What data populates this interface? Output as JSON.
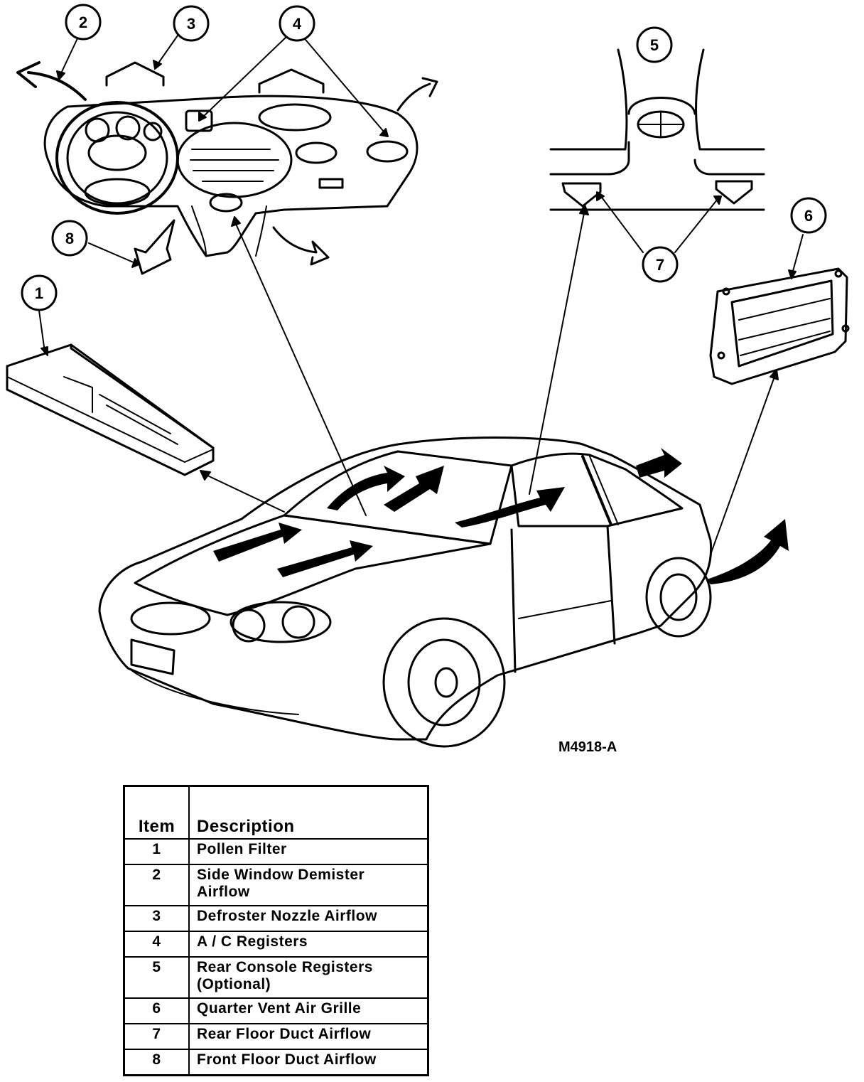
{
  "figure_code": "M4918-A",
  "callouts": [
    "1",
    "2",
    "3",
    "4",
    "5",
    "6",
    "7",
    "8"
  ],
  "legend": {
    "headers": {
      "item": "Item",
      "description": "Description"
    },
    "rows": [
      {
        "item": "1",
        "description": "Pollen Filter"
      },
      {
        "item": "2",
        "description": "Side Window Demister Airflow"
      },
      {
        "item": "3",
        "description": "Defroster Nozzle Airflow"
      },
      {
        "item": "4",
        "description": "A / C Registers"
      },
      {
        "item": "5",
        "description": "Rear Console Registers (Optional)"
      },
      {
        "item": "6",
        "description": "Quarter Vent Air Grille"
      },
      {
        "item": "7",
        "description": "Rear Floor Duct Airflow"
      },
      {
        "item": "8",
        "description": "Front Floor Duct Airflow"
      }
    ]
  }
}
